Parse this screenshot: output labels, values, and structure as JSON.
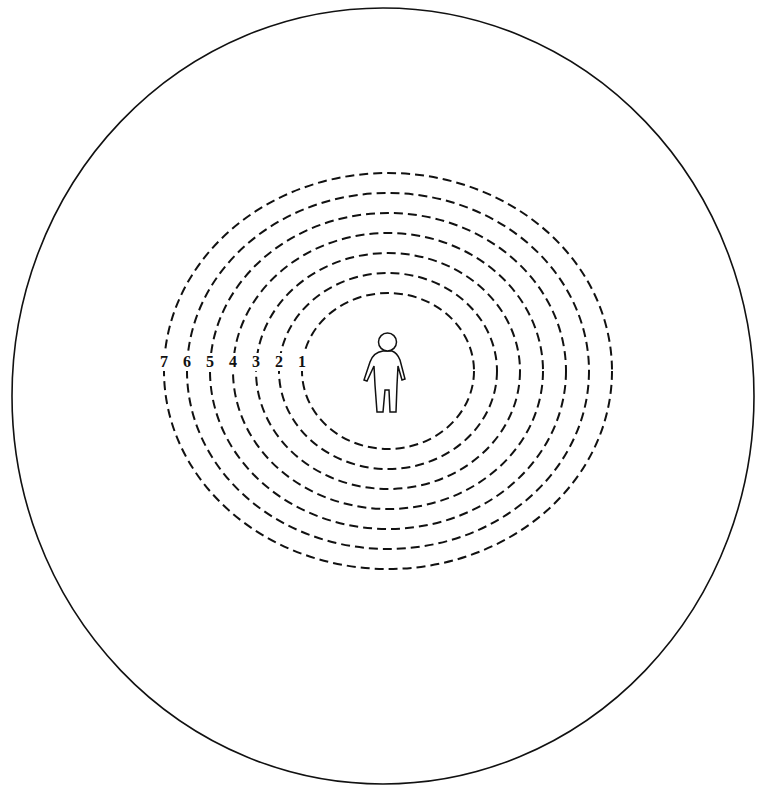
{
  "diagram": {
    "labels": [
      "7",
      "6",
      "5",
      "4",
      "3",
      "2",
      "1"
    ]
  }
}
